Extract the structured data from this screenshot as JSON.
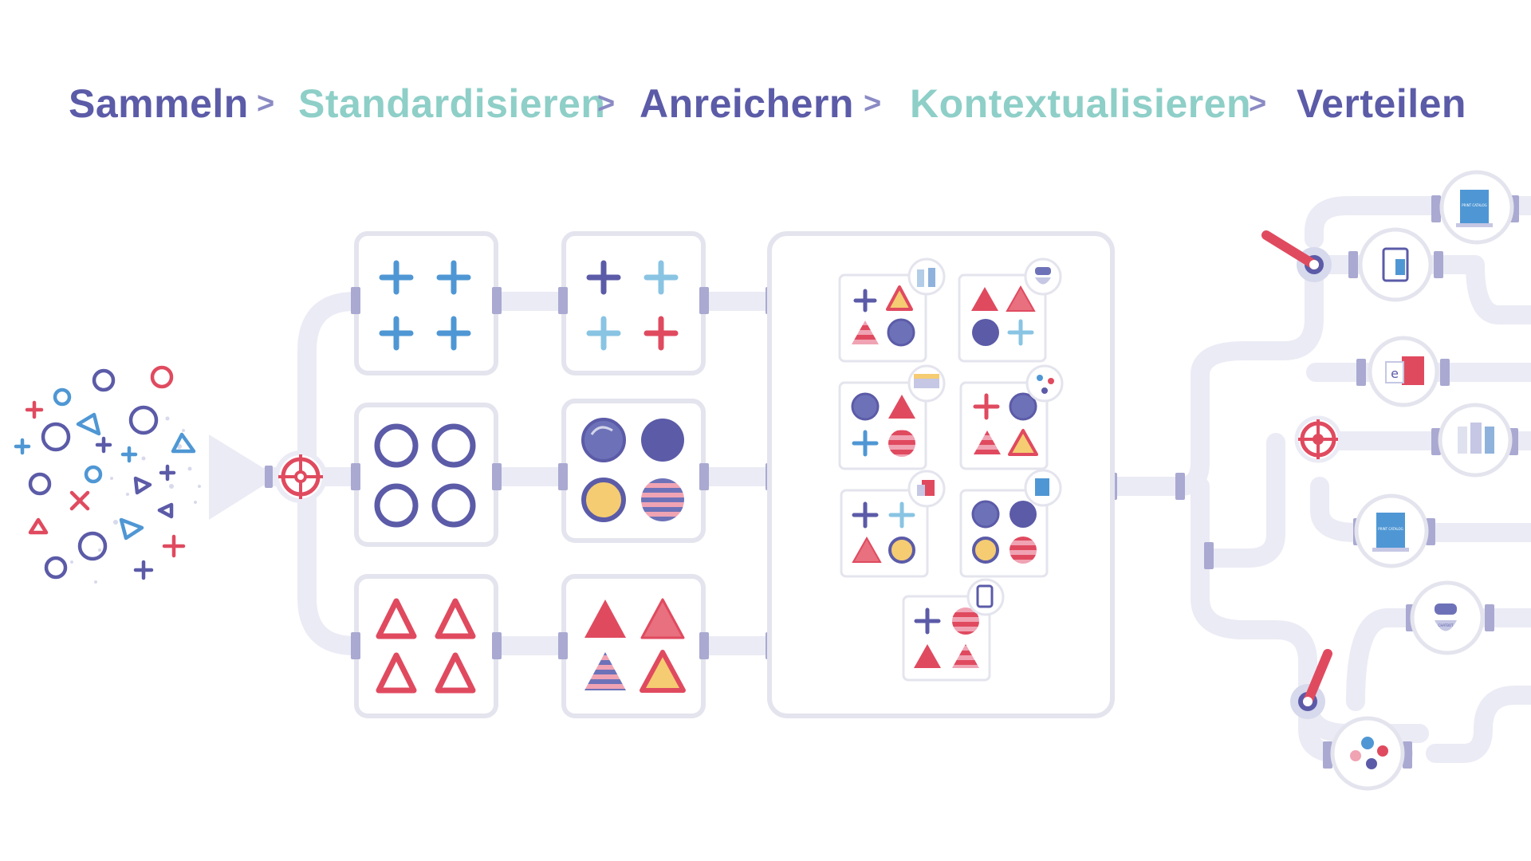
{
  "steps": [
    {
      "label": "Sammeln",
      "color": "#5b5ba8"
    },
    {
      "label": "Standardisieren",
      "color": "#8ecfc8"
    },
    {
      "label": "Anreichern",
      "color": "#5b5ba8"
    },
    {
      "label": "Kontextualisieren",
      "color": "#8ecfc8"
    },
    {
      "label": "Verteilen",
      "color": "#5b5ba8"
    }
  ],
  "separator": ">",
  "separator_color": "#8a8ac4",
  "colors": {
    "pipe": "#ebebf5",
    "connector": "#a9a9d2",
    "box_border": "#e4e4ee",
    "blue": "#4f97d4",
    "navy": "#5b5ba8",
    "red": "#e04a5f",
    "yellow": "#f5cc72",
    "pink": "#f0a3b3"
  },
  "channel_labels": {
    "print_catalog": "PRINT CATALOG",
    "chatbot": "CHATBOT"
  },
  "diagram": {
    "input": "scattered-shapes",
    "stage1_groups": [
      "plus-group",
      "circle-group",
      "triangle-group"
    ],
    "stage2_groups": [
      "plus-group-standardized",
      "circle-group-standardized",
      "triangle-group-standardized"
    ],
    "channels": [
      "print-catalog",
      "tablet",
      "eshop",
      "store",
      "print-catalog",
      "chatbot",
      "social-media"
    ]
  }
}
